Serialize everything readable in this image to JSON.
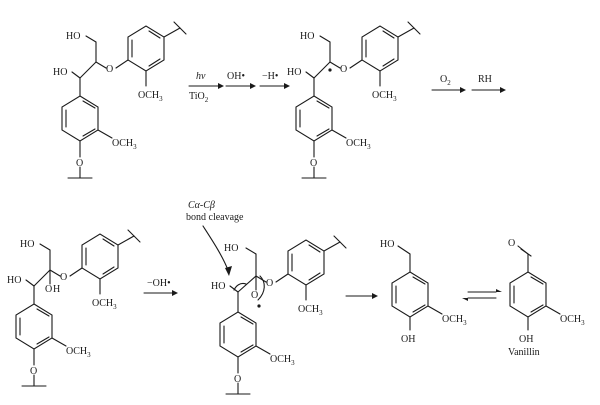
{
  "labels": {
    "ho": "HO",
    "och3": "OCH",
    "o": "O",
    "oh_low": "OH",
    "oh_rad": "O",
    "h_lower": "H",
    "o_rad": "O"
  },
  "reagents": {
    "hv": "hv",
    "tio2": "TiO",
    "oh_rad": "OH•",
    "minus_h": "−H•",
    "o2": "O",
    "rh": "RH",
    "minus_oh": "−OH•"
  },
  "annotation": {
    "line1": "Cα-Cβ",
    "line2": "bond cleavage"
  },
  "subscripts": {
    "three": "3",
    "two": "2"
  },
  "products": {
    "vanillin": "Vanillin"
  }
}
